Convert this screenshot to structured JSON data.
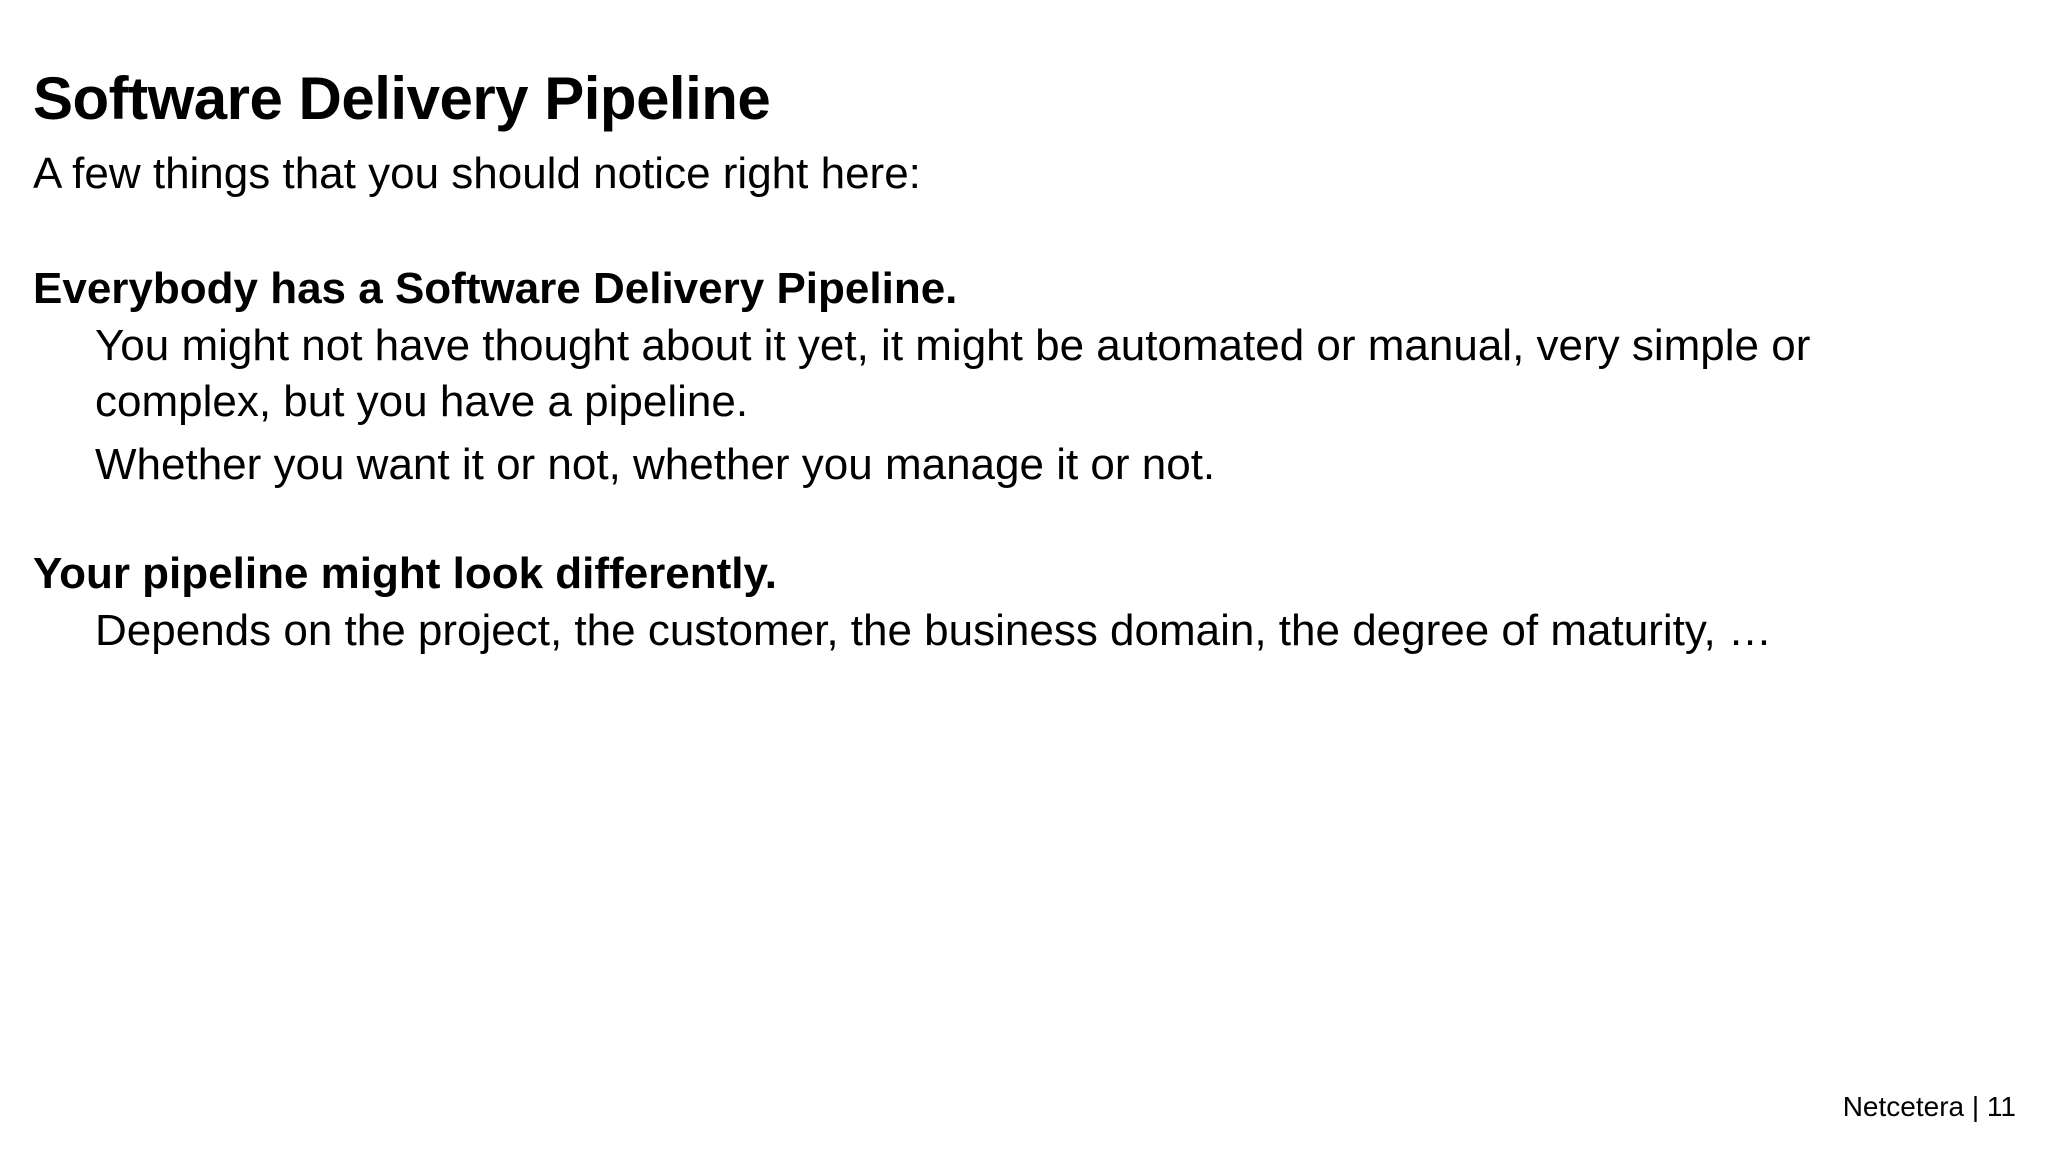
{
  "slide": {
    "title": "Software Delivery Pipeline",
    "background_color": "#ffffff",
    "text_color": "#000000",
    "lead": "A few things that you should notice right here:",
    "sections": [
      {
        "heading": "Everybody has a Software Delivery Pipeline.",
        "lines": [
          "You might not have thought about it yet, it might be automated or manual, very simple or complex, but you have a pipeline.",
          "Whether you want it or not, whether you manage it or not."
        ]
      },
      {
        "heading": "Your pipeline might look differently.",
        "lines": [
          "Depends on the project, the customer, the business domain, the degree of maturity, …"
        ]
      }
    ],
    "footer": {
      "text": "Netcetera | 11",
      "brand": "Netcetera",
      "separator": "|",
      "page_number": "11"
    }
  }
}
